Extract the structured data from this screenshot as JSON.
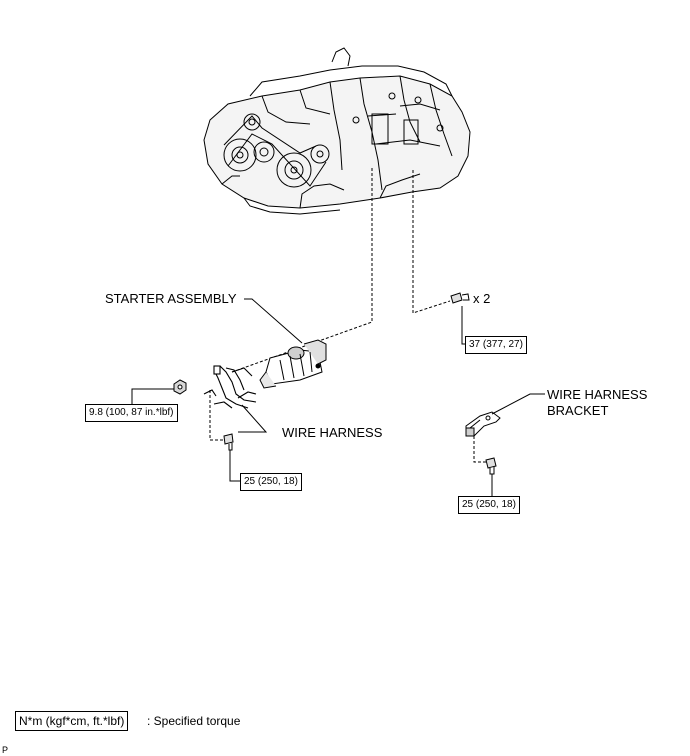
{
  "labels": {
    "starter_assembly": "STARTER ASSEMBLY",
    "wire_harness": "WIRE HARNESS",
    "wire_harness_bracket_line1": "WIRE HARNESS",
    "wire_harness_bracket_line2": "BRACKET",
    "bolt_count": "x 2"
  },
  "torques": {
    "starter_bolts": "37 (377, 27)",
    "terminal_nut": "9.8 (100, 87 in.*lbf)",
    "harness_bolt": "25 (250, 18)",
    "bracket_bolt": "25 (250, 18)"
  },
  "legend": {
    "box": "N*m (kgf*cm, ft.*lbf)",
    "description": ": Specified torque"
  },
  "corner_mark": "P",
  "icons": [
    "engine-illustration",
    "starter-icon",
    "bolt-icon",
    "nut-icon",
    "wire-harness-icon",
    "bracket-icon"
  ]
}
